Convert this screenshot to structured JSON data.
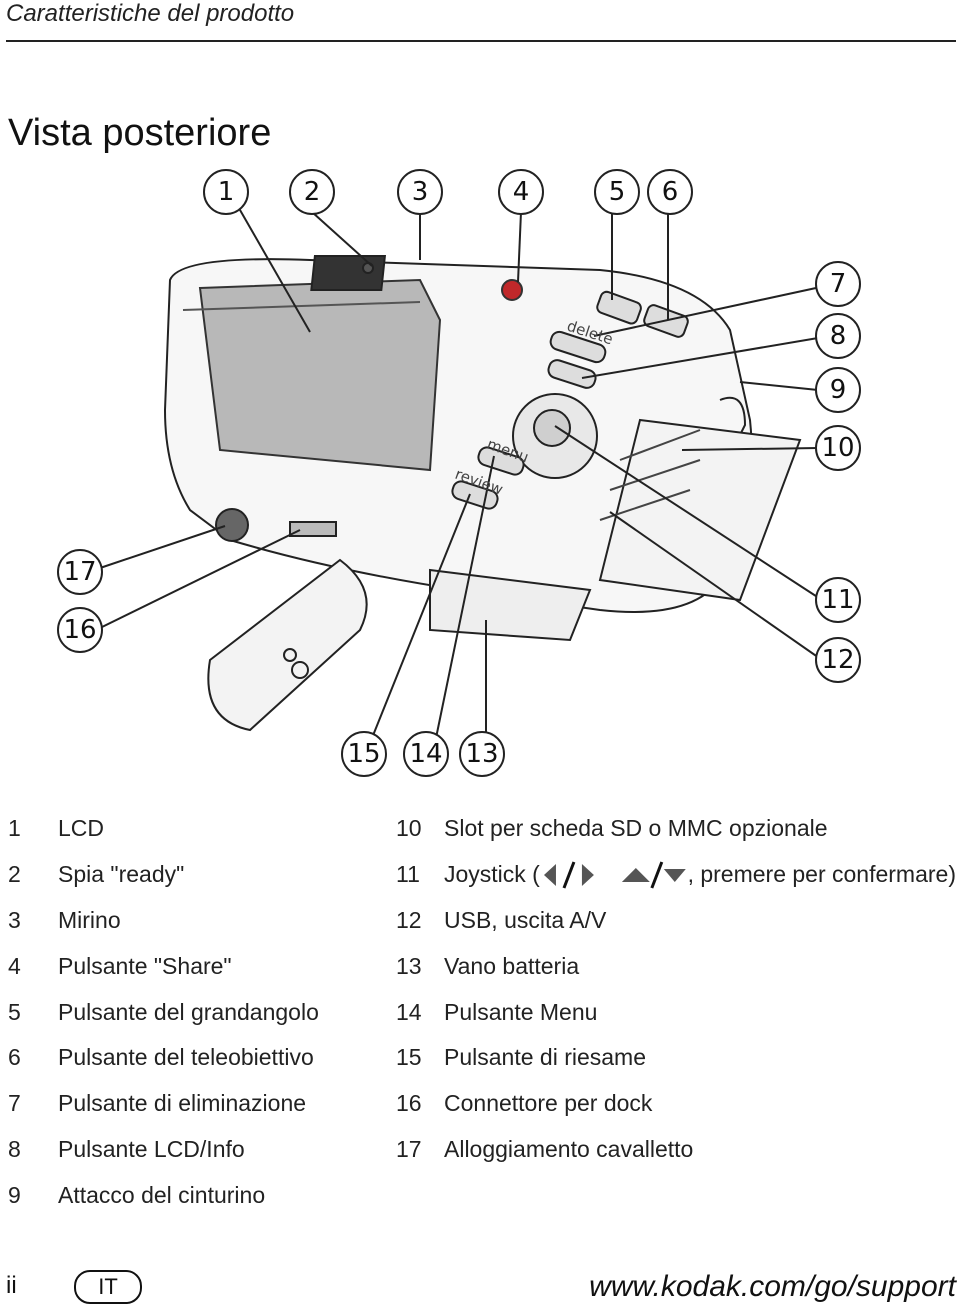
{
  "header": {
    "title": "Caratteristiche del prodotto"
  },
  "page_title": "Vista posteriore",
  "callouts": [
    "1",
    "2",
    "3",
    "4",
    "5",
    "6",
    "7",
    "8",
    "9",
    "10",
    "11",
    "12",
    "13",
    "14",
    "15",
    "16",
    "17"
  ],
  "camera_labels": {
    "delete": "delete",
    "menu": "menu",
    "review": "review"
  },
  "legend": {
    "left": [
      {
        "num": "1",
        "text": "LCD"
      },
      {
        "num": "2",
        "text": "Spia \"ready\""
      },
      {
        "num": "3",
        "text": "Mirino"
      },
      {
        "num": "4",
        "text": "Pulsante \"Share\""
      },
      {
        "num": "5",
        "text": "Pulsante del grandangolo"
      },
      {
        "num": "6",
        "text": "Pulsante del teleobiettivo"
      },
      {
        "num": "7",
        "text": "Pulsante di eliminazione"
      },
      {
        "num": "8",
        "text": "Pulsante LCD/Info"
      },
      {
        "num": "9",
        "text": "Attacco del cinturino"
      }
    ],
    "right": [
      {
        "num": "10",
        "text": "Slot per scheda SD o MMC opzionale"
      },
      {
        "num": "11",
        "text_prefix": "Joystick (",
        "text_suffix": ", premere per confermare)"
      },
      {
        "num": "12",
        "text": "USB, uscita A/V"
      },
      {
        "num": "13",
        "text": "Vano batteria"
      },
      {
        "num": "14",
        "text": "Pulsante Menu"
      },
      {
        "num": "15",
        "text": "Pulsante di riesame"
      },
      {
        "num": "16",
        "text": "Connettore per dock"
      },
      {
        "num": "17",
        "text": "Alloggiamento cavalletto"
      }
    ]
  },
  "footer": {
    "page": "ii",
    "lang": "IT",
    "url": "www.kodak.com/go/support"
  }
}
